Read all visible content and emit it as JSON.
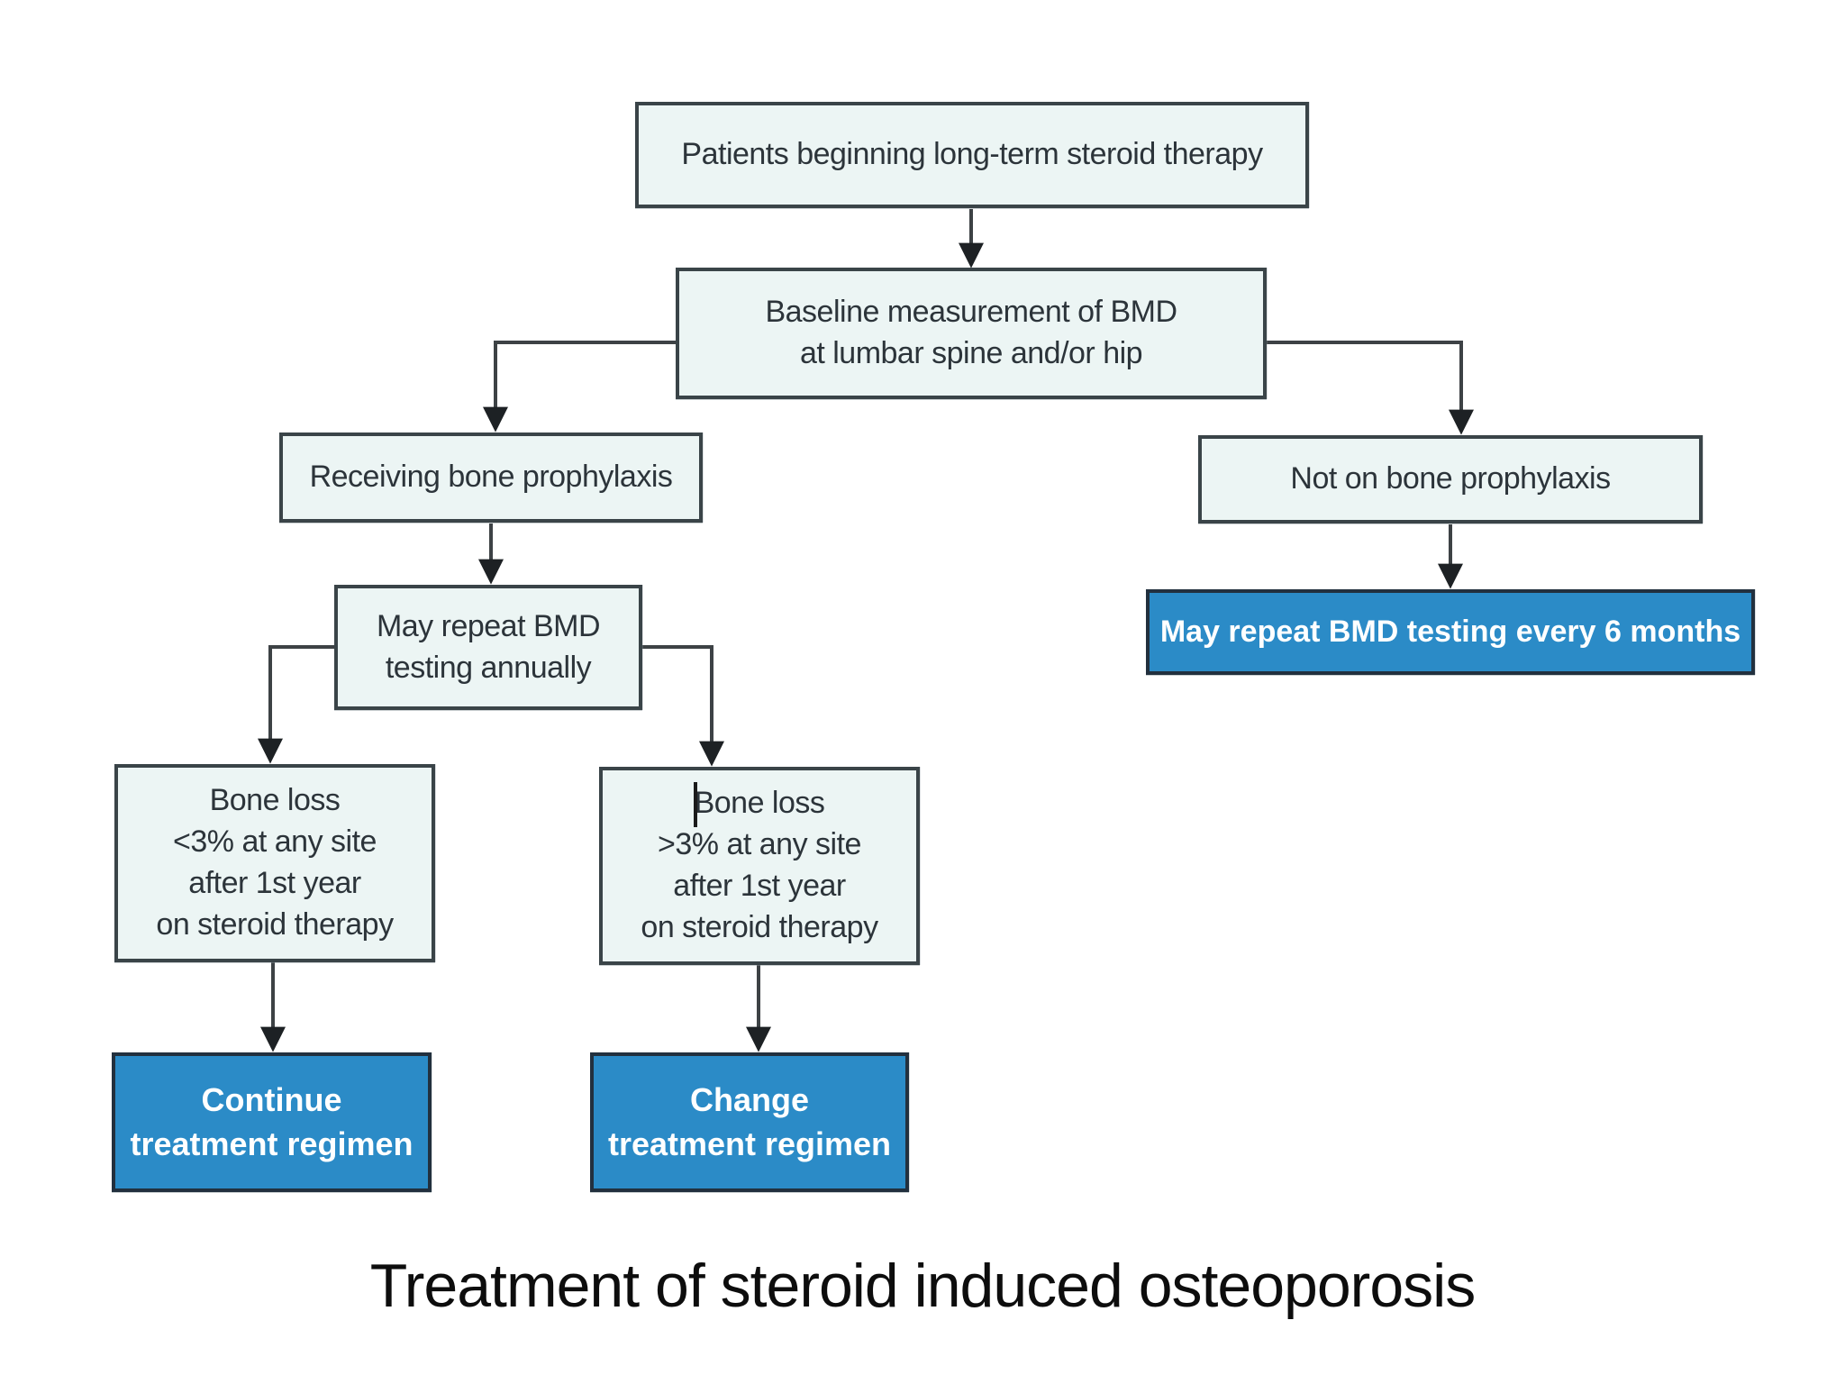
{
  "diagram": {
    "caption": "Treatment of steroid induced osteoporosis",
    "nodes": {
      "start": {
        "label": "Patients beginning long-term steroid therapy"
      },
      "baseline": {
        "lines": [
          "Baseline measurement of BMD",
          "at lumbar spine and/or hip"
        ]
      },
      "receiving": {
        "label": "Receiving bone prophylaxis"
      },
      "not_on": {
        "label": "Not on bone prophylaxis"
      },
      "repeat_annually": {
        "lines": [
          "May repeat BMD",
          "testing annually"
        ]
      },
      "repeat_6_months": {
        "label": "May repeat BMD testing every 6 months"
      },
      "bone_loss_low": {
        "lines": [
          "Bone loss",
          "<3% at any site",
          "after 1st year",
          "on steroid therapy"
        ]
      },
      "bone_loss_high": {
        "lines": [
          "Bone loss",
          ">3% at any site",
          "after 1st year",
          "on steroid therapy"
        ]
      },
      "continue_treatment": {
        "lines": [
          "Continue",
          "treatment regimen"
        ]
      },
      "change_treatment": {
        "lines": [
          "Change",
          "treatment regimen"
        ]
      }
    },
    "colors": {
      "light_box_fill": "#ecf5f4",
      "light_box_border": "#3a4448",
      "action_box_fill": "#2b8bc7",
      "action_box_border": "#22303e",
      "connector": "#3d4245",
      "box_text": "#2c343a",
      "action_box_text": "#ffffff",
      "caption_text": "#0d0d0d"
    }
  }
}
